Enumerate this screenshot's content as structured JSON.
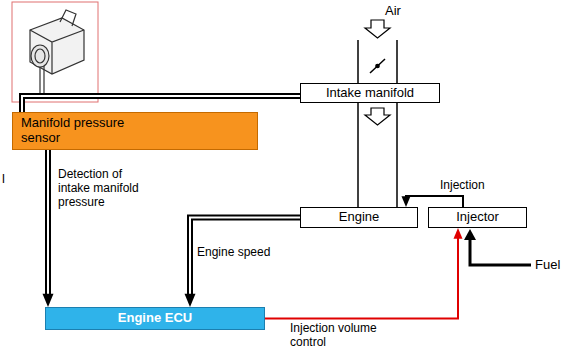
{
  "diagram": {
    "nodes": [
      {
        "text": [
          "Intake manifold"
        ]
      },
      {
        "text": [
          "Manifold pressure sensor"
        ]
      },
      {
        "text": [
          "Engine"
        ]
      },
      {
        "text": [
          "Injector"
        ]
      },
      {
        "text": [
          "Engine ECU"
        ]
      }
    ],
    "edges": [
      {
        "from": 0,
        "to": 1,
        "arrow": "none"
      },
      {
        "from": 1,
        "to": 4,
        "arrow": "to",
        "label": "Detection of intake manifold pressure"
      },
      {
        "from": 2,
        "to": 4,
        "arrow": "to",
        "label": "Engine speed"
      },
      {
        "from": 4,
        "to": 3,
        "arrow": "to",
        "label": "Injection volume control"
      },
      {
        "from": 3,
        "to": 2,
        "arrow": "to",
        "label": "Injection"
      }
    ],
    "labels": [
      "Air",
      "Fuel",
      "l"
    ]
  }
}
